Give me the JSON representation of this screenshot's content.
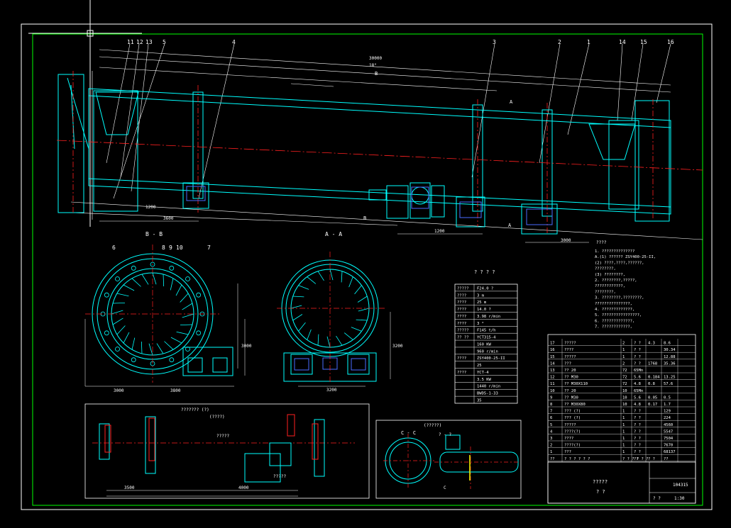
{
  "colors": {
    "background": "#000000",
    "frame": "#ffffff",
    "border": "#00ff00",
    "drum": "#00ffff",
    "dims": "#ffffff",
    "center": "#ff2020",
    "blue": "#4a6cff",
    "yellow": "#ffff00"
  },
  "balloons": {
    "n11": "11",
    "n12": "12",
    "n13": "13",
    "n5": "5",
    "n4": "4",
    "n3": "3",
    "n2": "2",
    "n1": "1",
    "n14": "14",
    "n15": "15",
    "n16": "16",
    "n6": "6",
    "n8": "8",
    "n9": "9",
    "n10": "10",
    "n7": "7"
  },
  "section_labels": {
    "b_b": "B - B",
    "a_a": "A - A",
    "c_c": "C - C",
    "arrow_a": "A",
    "arrow_b": "B",
    "arrow_c": "C"
  },
  "dimensions": {
    "d_overall": "30000",
    "d_slope": "18°",
    "d_left1": "1200",
    "d_left2": "3600",
    "d_mid1": "1200",
    "d_right": "3000",
    "d_bb_w1": "3000",
    "d_bb_w2": "3800",
    "d_bb_h": "3000",
    "d_aa_w": "3200",
    "d_aa_h": "3200",
    "d_bot": "3500",
    "d_bot2": "4000"
  },
  "spec_table": {
    "title": "? ? ? ?",
    "rows": [
      [
        "?????",
        "F24.0 ?"
      ],
      [
        "????",
        "3 m"
      ],
      [
        "????",
        "25 m"
      ],
      [
        "????",
        "14.0 ?"
      ],
      [
        "????",
        "3.98 r/min"
      ],
      [
        "????",
        "3 °"
      ],
      [
        "?????",
        "F145 t/h"
      ],
      [
        "?? ??",
        "YCT315-4"
      ],
      [
        "",
        "160 KW"
      ],
      [
        "",
        "960 r/min"
      ],
      [
        "????",
        "ZSY400-25-II"
      ],
      [
        "",
        "25"
      ],
      [
        "????",
        "YCT-4"
      ],
      [
        "",
        "3.5 KW"
      ],
      [
        "",
        "1440 r/min"
      ],
      [
        "",
        "BWD5-1-33"
      ],
      [
        "",
        "35"
      ]
    ]
  },
  "parts_list": {
    "rows": [
      [
        "17",
        "?????",
        "2",
        "? ?",
        "4.3",
        "8.6"
      ],
      [
        "16",
        "????",
        "1",
        "? ?",
        "",
        "30.34"
      ],
      [
        "15",
        "?????",
        "1",
        "? ?",
        "",
        "12.88"
      ],
      [
        "14",
        "???",
        "2",
        "? ?",
        "1768",
        "35.36"
      ],
      [
        "13",
        "??  20",
        "72",
        "65Mn",
        "",
        ""
      ],
      [
        "12",
        "?? M30",
        "72",
        "5.6",
        "0.184",
        "13.25"
      ],
      [
        "11",
        "?? M30X110",
        "72",
        "4.8",
        "0.8",
        "57.6"
      ],
      [
        "10",
        "??  20",
        "10",
        "65Mn",
        "",
        ""
      ],
      [
        "9",
        "?? M30",
        "10",
        "5.6",
        "0.05",
        "0.5"
      ],
      [
        "8",
        "?? M30X80",
        "10",
        "4.8",
        "0.17",
        "1.7"
      ],
      [
        "7",
        "??? (?)",
        "1",
        "? ?",
        "",
        "129"
      ],
      [
        "6",
        "??? (?)",
        "1",
        "? ?",
        "",
        "224"
      ],
      [
        "5",
        "?????",
        "1",
        "? ?",
        "",
        "4560"
      ],
      [
        "4",
        "????(?)",
        "1",
        "? ?",
        "",
        "5547"
      ],
      [
        "3",
        "????",
        "1",
        "? ?",
        "",
        "7504"
      ],
      [
        "2",
        "????(?)",
        "1",
        "? ?",
        "",
        "7670"
      ],
      [
        "1",
        "???",
        "1",
        "? ?",
        "",
        "68137"
      ],
      [
        "??",
        "? ? ? ? ? ?",
        "? ? ? ? ? ?",
        "??",
        "? ?",
        "??"
      ]
    ],
    "title_block": {
      "name": "?????",
      "sub": "? ?",
      "weight": "104315",
      "scale": "1:30",
      "sheet": "? ?"
    }
  },
  "notes": {
    "title": "????",
    "lines": [
      "1. ??????????????",
      "  A.(1) ?????? ZSY400-25-II,",
      "     (2) ????,????,??????,",
      "     ????????,",
      "     (3) ????????,",
      "2. ????????,?????,",
      "   ????????????,",
      "   ????????,",
      "3. ????????,????????,",
      "   ???????????????,",
      "4. ?????????????,",
      "5. ????????????????,",
      "6. ?????????????,",
      "7. ????????????,"
    ]
  },
  "details": {
    "drive_title": "??????? (?)",
    "drive_sub": "(????)",
    "drive_label1": "?????",
    "drive_label2": "?????",
    "roller_title": "(?????)",
    "c_label": "? - ?"
  }
}
